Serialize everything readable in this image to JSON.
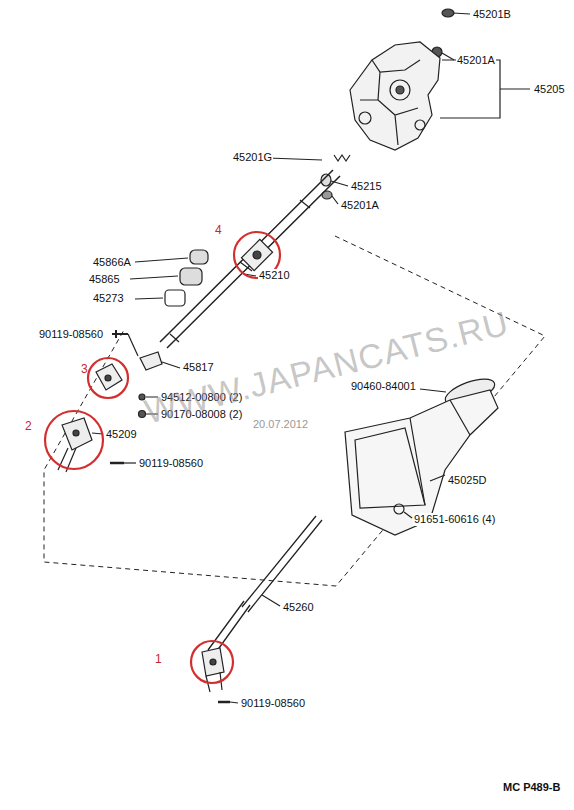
{
  "diagram": {
    "labels": [
      "45201B",
      "45201A",
      "45205",
      "45201G",
      "45215",
      "45201A",
      "4",
      "45866A",
      "45865",
      "45210",
      "45273",
      "90119-08560",
      "45817",
      "3",
      "94512-00800 (2)",
      "90170-08008 (2)",
      "2",
      "45209",
      "90119-08560",
      "WWW.JAPANCATS.RU",
      "20.07.2012",
      "90460-84001",
      "45025D",
      "91651-60616 (4)",
      "45260",
      "1",
      "90119-08560",
      "MC P489-B"
    ]
  }
}
